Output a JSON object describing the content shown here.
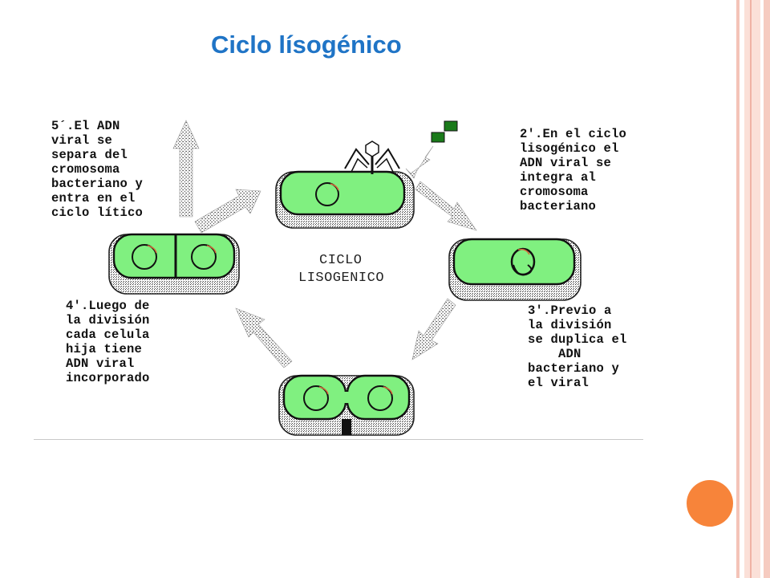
{
  "slide": {
    "title": "Ciclo lísogénico"
  },
  "diagram": {
    "center_label_line1": "CICLO",
    "center_label_line2": "LISOGENICO",
    "steps": {
      "step2": "2'.En el ciclo\nlisogénico el\nADN viral se\nintegra al\ncromosoma\nbacteriano",
      "step3": "3'.Previo a\nla división\nse duplica el\n    ADN\nbacteriano y\nel viral",
      "step4": "4'.Luego de\nla división\ncada celula\nhija tiene\nADN viral\nincorporado",
      "step5": "5´.El ADN\nviral se\nsepara del\ncromosoma\nbacteriano y\nentra en el\nciclo lítico"
    }
  },
  "colors": {
    "title": "#1f74c6",
    "cell_fill": "#80f080",
    "arrow_stipple": "#9a9a9a",
    "border_pink": "#f6c9bf",
    "accent_orange": "#f7843a",
    "phage_green": "#1a7a1a"
  }
}
